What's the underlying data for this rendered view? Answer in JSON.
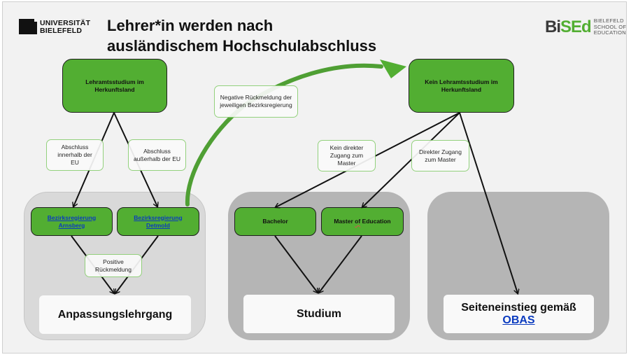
{
  "header": {
    "university_logo_line1": "UNIVERSITÄT",
    "university_logo_line2": "BIELEFELD",
    "title_line1": "Lehrer*in werden nach",
    "title_line2": "ausländischem Hochschulabschluss",
    "bised_mark_left": "Bi",
    "bised_mark_mid": "S",
    "bised_mark_right": "Ed",
    "bised_text_line1": "BIELEFELD",
    "bised_text_line2": "SCHOOL OF",
    "bised_text_line3": "EDUCATION"
  },
  "colors": {
    "node_green": "#52ae32",
    "label_border": "#8ccf74",
    "link_blue": "#0b3bbf",
    "panel_light": "#d9d9d9",
    "panel_dark": "#b5b5b5"
  },
  "nodes": {
    "lehramt_herkunft": "Lehramtsstudium im Herkunftsland",
    "kein_lehramt_herkunft": "Kein Lehramtsstudium im Herkunftsland",
    "br_arnsberg_line1": "Bezirksregierung",
    "br_arnsberg_line2": "Arnsberg",
    "br_detmold_line1": "Bezirksregierung",
    "br_detmold_line2": "Detmold",
    "bachelor": "Bachelor",
    "master_prefix": "Master ",
    "master_of": "of",
    "master_suffix": " Education"
  },
  "edge_labels": {
    "innerhalb_eu": "Abschluss innerhalb der EU",
    "ausserhalb_eu": "Abschluss außerhalb der EU",
    "negative": "Negative Rückmeldung der jeweiligen Bezirksregierung",
    "positive": "Positive Rückmeldung",
    "kein_direkter": "Kein direkter Zugang zum Master",
    "direkter": "Direkter Zugang zum Master"
  },
  "results": {
    "anpassung": "Anpassungslehrgang",
    "studium": "Studium",
    "seiteneinstieg_line1": "Seiteneinstieg gemäß",
    "seiteneinstieg_link": "OBAS"
  }
}
